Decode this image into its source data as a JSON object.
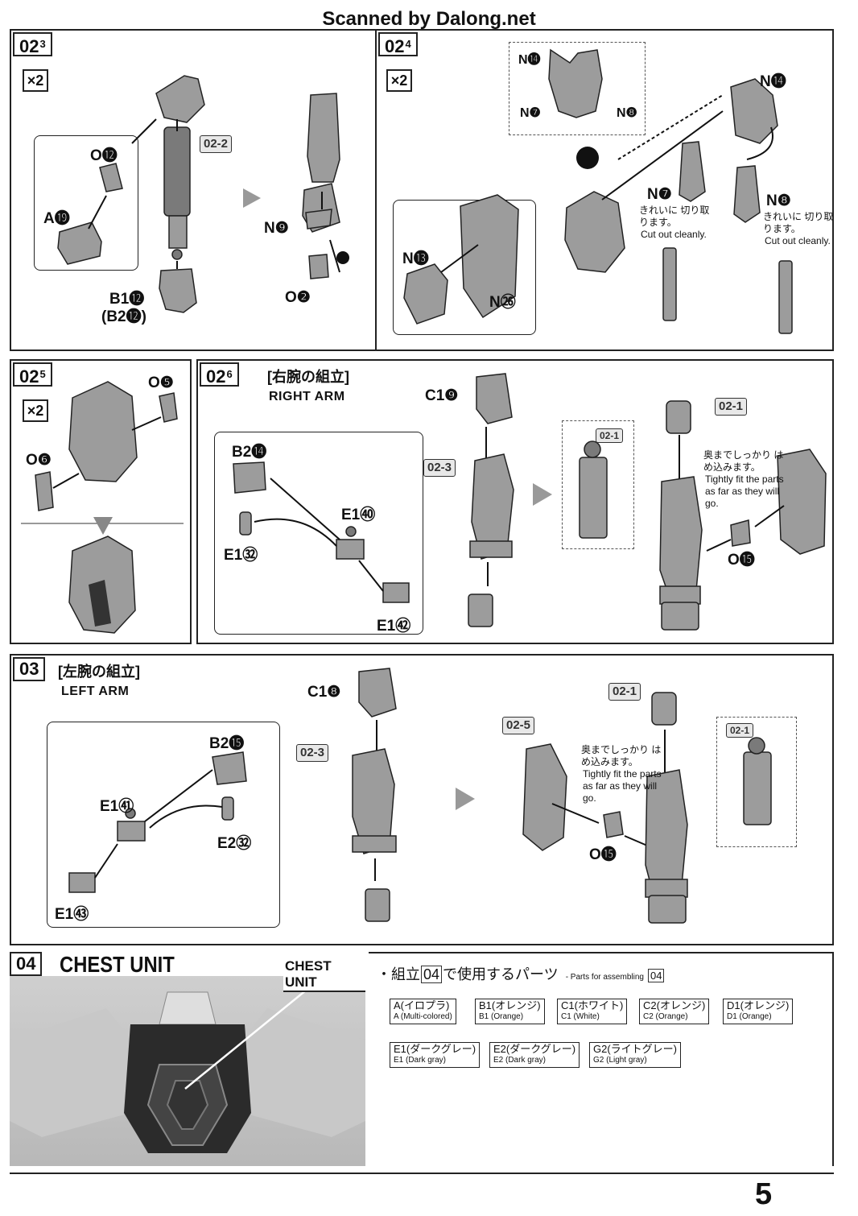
{
  "header": {
    "watermark": "Scanned by Dalong.net"
  },
  "steps": {
    "s02_3": {
      "step": "02",
      "sub": "3",
      "qty": "×2",
      "labels": [
        "O⓬",
        "A⓳",
        "B1⓬",
        "(B2⓬)"
      ],
      "ref": "02-2"
    },
    "s02_4": {
      "step": "02",
      "sub": "4",
      "qty": "×2",
      "labels": [
        "N⓮",
        "N❼",
        "N❽",
        "N⓮",
        "N❼",
        "N❽",
        "N⓭",
        "N㉖"
      ],
      "note_jp": "きれいに 切り取ります。",
      "note_en": "Cut out cleanly."
    },
    "s02_5": {
      "step": "02",
      "sub": "5",
      "qty": "×2",
      "labels": [
        "O❺",
        "O❻"
      ]
    },
    "s02_6": {
      "step": "02",
      "sub": "6",
      "title_jp": "[右腕の組立]",
      "title_en": "RIGHT ARM",
      "labels": [
        "B2⓮",
        "E1㊵",
        "E1㉜",
        "E1㊷",
        "C1❾",
        "O⓯"
      ],
      "refs": [
        "02-3",
        "02-1",
        "02-1"
      ],
      "note_jp": "奥までしっかり はめ込みます。",
      "note_en": "Tightly fit the parts as far as they will go."
    },
    "s03": {
      "step": "03",
      "title_jp": "[左腕の組立]",
      "title_en": "LEFT ARM",
      "labels": [
        "B2⓯",
        "E1㊶",
        "E2㉜",
        "E1㊸",
        "C1❽",
        "O⓯"
      ],
      "refs": [
        "02-3",
        "02-1",
        "02-5",
        "02-1"
      ],
      "note_jp": "奥までしっかり はめ込みます。",
      "note_en": "Tightly fit the parts as far as they will go."
    },
    "s04": {
      "step": "04",
      "title": "CHEST UNIT",
      "callout": "CHEST UNIT",
      "parts_heading_jp": "・組立",
      "parts_heading_step": "04",
      "parts_heading_jp2": "で使用するパーツ",
      "parts_heading_en": "- Parts for assembling",
      "parts_heading_ref": "04",
      "parts": [
        {
          "jp": "A(イロプラ)",
          "en": "A (Multi-colored)"
        },
        {
          "jp": "B1(オレンジ)",
          "en": "B1 (Orange)"
        },
        {
          "jp": "C1(ホワイト)",
          "en": "C1 (White)"
        },
        {
          "jp": "C2(オレンジ)",
          "en": "C2 (Orange)"
        },
        {
          "jp": "D1(オレンジ)",
          "en": "D1 (Orange)"
        },
        {
          "jp": "E1(ダークグレー)",
          "en": "E1 (Dark gray)"
        },
        {
          "jp": "E2(ダークグレー)",
          "en": "E2 (Dark gray)"
        },
        {
          "jp": "G2(ライトグレー)",
          "en": "G2 (Light gray)"
        }
      ]
    }
  },
  "footer": {
    "page_number": "5"
  }
}
